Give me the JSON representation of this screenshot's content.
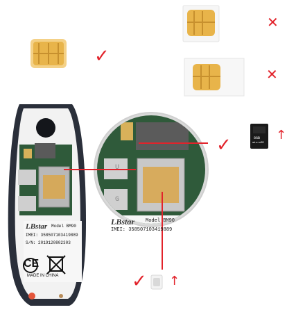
{
  "phone": {
    "brand": "LBstar",
    "model": "Model BM90",
    "imei": "IMEI: 358507103419889",
    "sn": "S/N: 2019120802303",
    "made_in": "MADE IN CHINA",
    "ce_mark": "CE"
  },
  "zoom": {
    "brand": "LBstar",
    "model": "Model BM90",
    "imei": "IMEI: 358507103419889",
    "slot_letter_top": "U",
    "slot_letter_bottom": "G"
  },
  "memory_card": {
    "text_top": "8GB",
    "text_bottom": "microSD"
  },
  "marks": {
    "check": "✓",
    "cross": "✕",
    "arrow_up": "↑"
  },
  "colors": {
    "accent_red": "#e2232b",
    "sim_gold": "#e8b44a",
    "pcb_green": "#2f5a3a",
    "phone_frame": "#2a2f3a"
  }
}
